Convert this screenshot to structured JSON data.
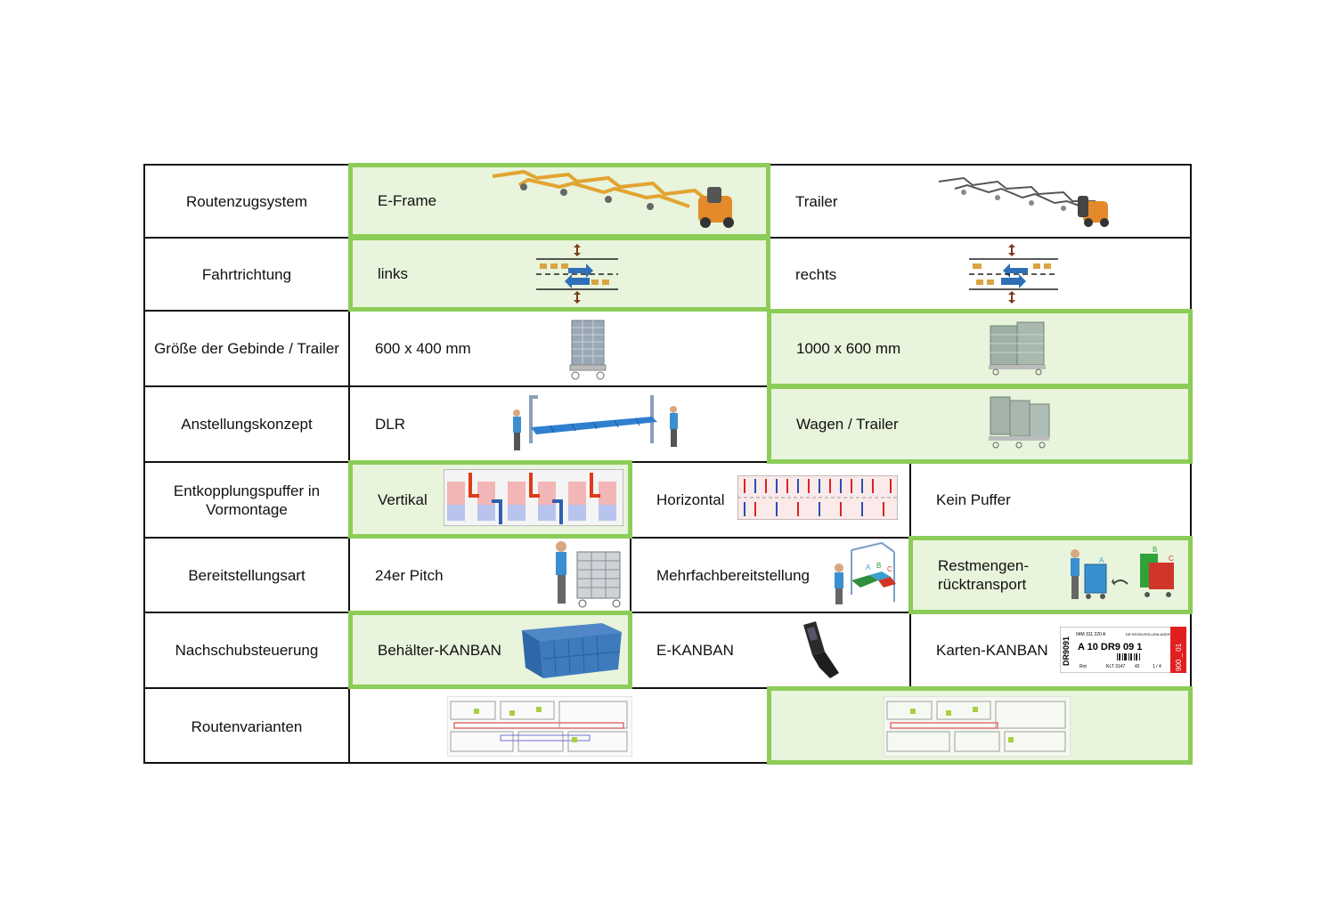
{
  "rows": [
    {
      "header": "Routenzugsystem",
      "options": [
        "E-Frame",
        "Trailer"
      ]
    },
    {
      "header": "Fahrtrichtung",
      "options": [
        "links",
        "rechts"
      ]
    },
    {
      "header": "Größe der Gebinde / Trailer",
      "options": [
        "600 x 400 mm",
        "1000 x 600 mm"
      ]
    },
    {
      "header": "Anstellungskonzept",
      "options": [
        "DLR",
        "Wagen / Trailer"
      ]
    },
    {
      "header": "Entkopplungspuffer in Vormontage",
      "options": [
        "Vertikal",
        "Horizontal",
        "Kein Puffer"
      ]
    },
    {
      "header": "Bereitstellungsart",
      "options": [
        "24er Pitch",
        "Mehrfachbereitstellung",
        "Restmengen-rücktransport"
      ]
    },
    {
      "header": "Nachschubsteuerung",
      "options": [
        "Behälter-KANBAN",
        "E-KANBAN",
        "Karten-KANBAN"
      ]
    },
    {
      "header": "Routenvarianten",
      "options": [
        "",
        ""
      ]
    }
  ],
  "kanban_card": {
    "code_vertical": "DR9091",
    "part_no": "04M 311 220 A",
    "location": "A 10 DR9 09 1",
    "storage": "DR KEGELROLLENLAGER",
    "side_tag": "900 _ 01",
    "row_bottom": [
      "Rot",
      "KLT 3147",
      "42",
      "1 / 4"
    ]
  },
  "pick_letters": [
    "A",
    "B",
    "C"
  ],
  "colors": {
    "selected_fill": "#e8f4db",
    "selected_border": "#8ccc58",
    "grid_line": "#111111"
  }
}
